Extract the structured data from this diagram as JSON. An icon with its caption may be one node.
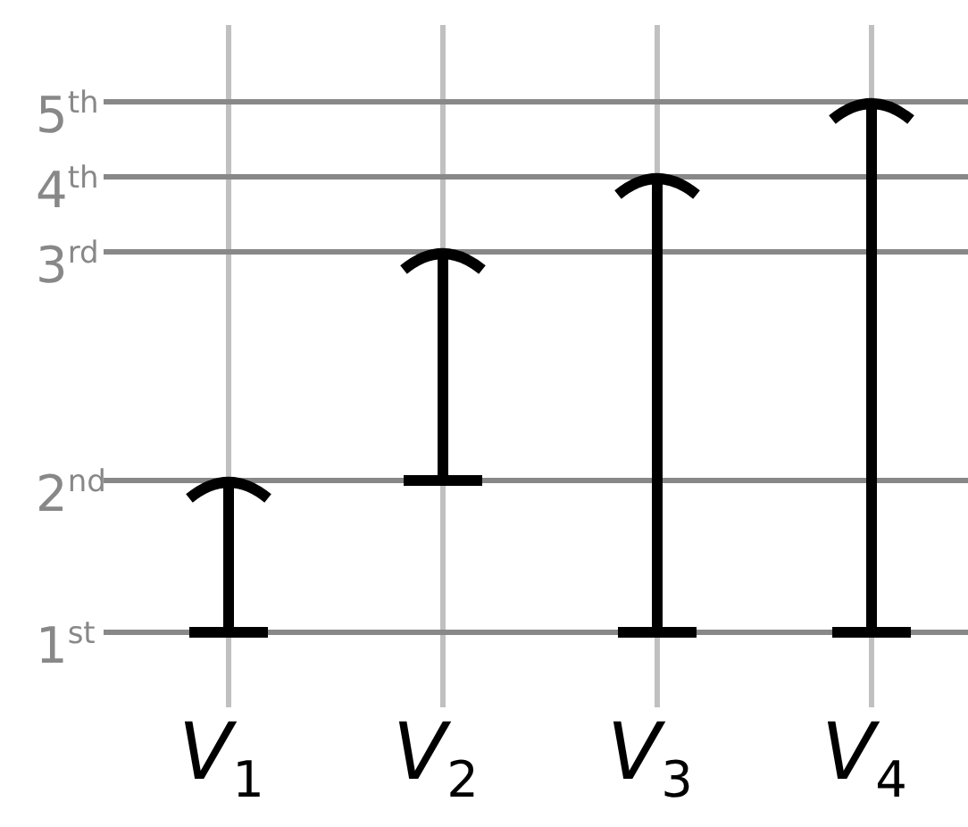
{
  "diagram": {
    "labels": [
      "5$^{th}$",
      "4$^{th}$",
      "3$^{rd}$",
      "2$^{nd}$",
      "1$^{st}$",
      "*V*$_{1}$",
      "*V*$_{2}$",
      "*V*$_{3}$",
      "*V*$_{4}$"
    ]
  }
}
